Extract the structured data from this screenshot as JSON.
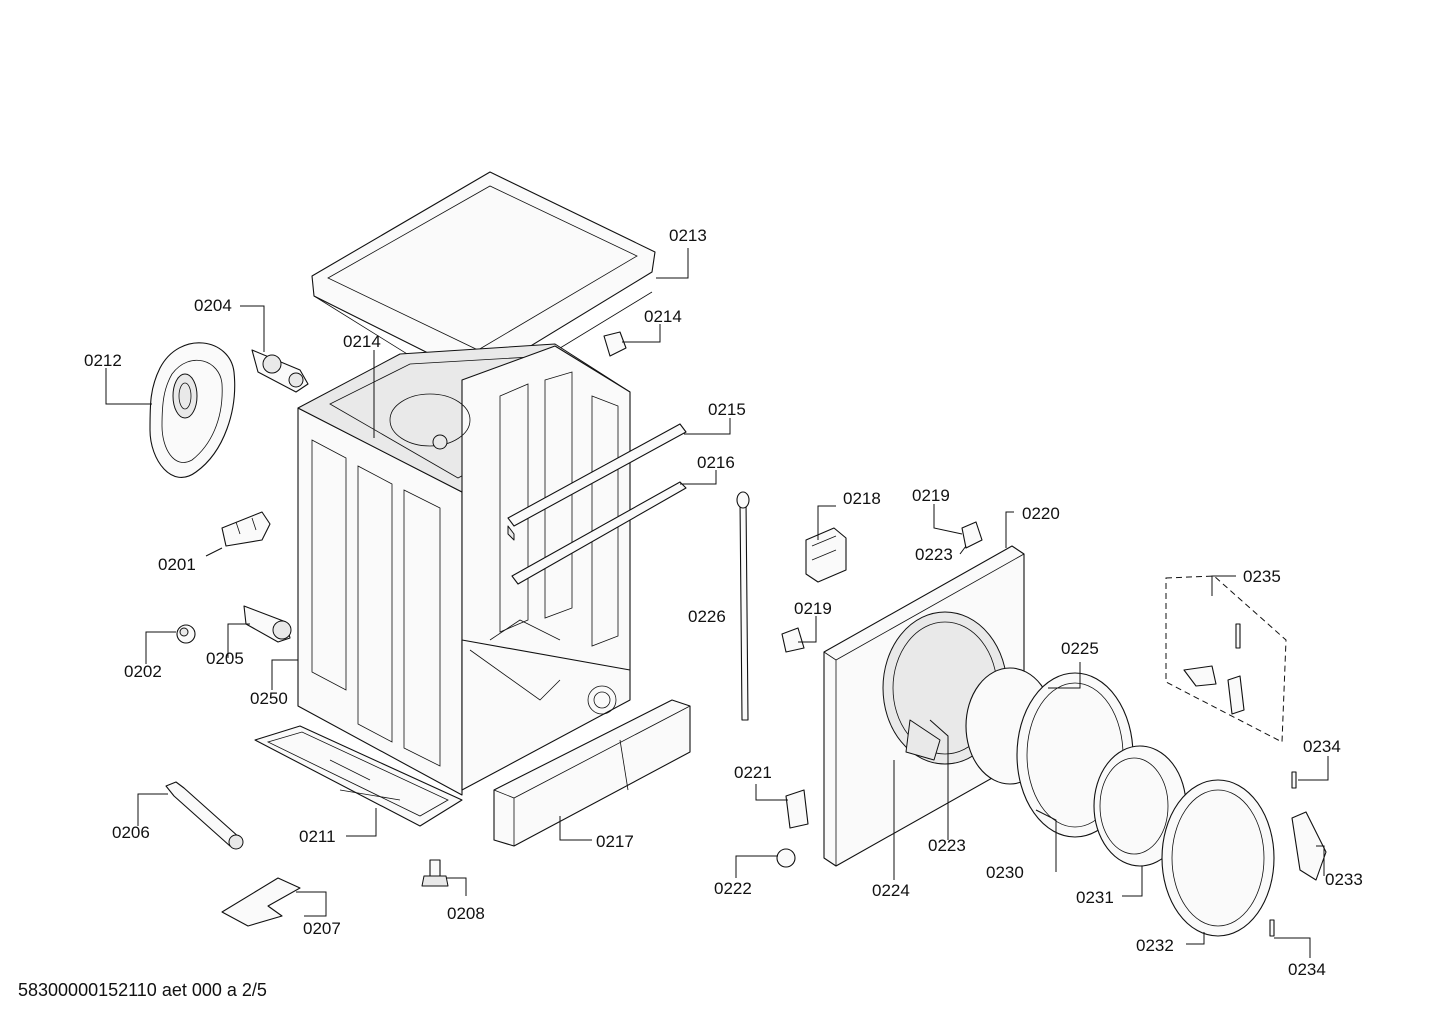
{
  "footer": {
    "document_code": "58300000152110 aet 000 a 2/5"
  },
  "callouts": [
    {
      "id": "0213",
      "label": "0213"
    },
    {
      "id": "0204",
      "label": "0204"
    },
    {
      "id": "0214a",
      "label": "0214"
    },
    {
      "id": "0214b",
      "label": "0214"
    },
    {
      "id": "0212",
      "label": "0212"
    },
    {
      "id": "0215",
      "label": "0215"
    },
    {
      "id": "0216",
      "label": "0216"
    },
    {
      "id": "0218",
      "label": "0218"
    },
    {
      "id": "0219a",
      "label": "0219"
    },
    {
      "id": "0220",
      "label": "0220"
    },
    {
      "id": "0223a",
      "label": "0223"
    },
    {
      "id": "0235",
      "label": "0235"
    },
    {
      "id": "0201",
      "label": "0201"
    },
    {
      "id": "0226",
      "label": "0226"
    },
    {
      "id": "0219b",
      "label": "0219"
    },
    {
      "id": "0202",
      "label": "0202"
    },
    {
      "id": "0205",
      "label": "0205"
    },
    {
      "id": "0225",
      "label": "0225"
    },
    {
      "id": "0250",
      "label": "0250"
    },
    {
      "id": "0234a",
      "label": "0234"
    },
    {
      "id": "0221",
      "label": "0221"
    },
    {
      "id": "0206",
      "label": "0206"
    },
    {
      "id": "0211",
      "label": "0211"
    },
    {
      "id": "0217",
      "label": "0217"
    },
    {
      "id": "0223b",
      "label": "0223"
    },
    {
      "id": "0230",
      "label": "0230"
    },
    {
      "id": "0233",
      "label": "0233"
    },
    {
      "id": "0222",
      "label": "0222"
    },
    {
      "id": "0224",
      "label": "0224"
    },
    {
      "id": "0231",
      "label": "0231"
    },
    {
      "id": "0208",
      "label": "0208"
    },
    {
      "id": "0207",
      "label": "0207"
    },
    {
      "id": "0232",
      "label": "0232"
    },
    {
      "id": "0234b",
      "label": "0234"
    }
  ]
}
